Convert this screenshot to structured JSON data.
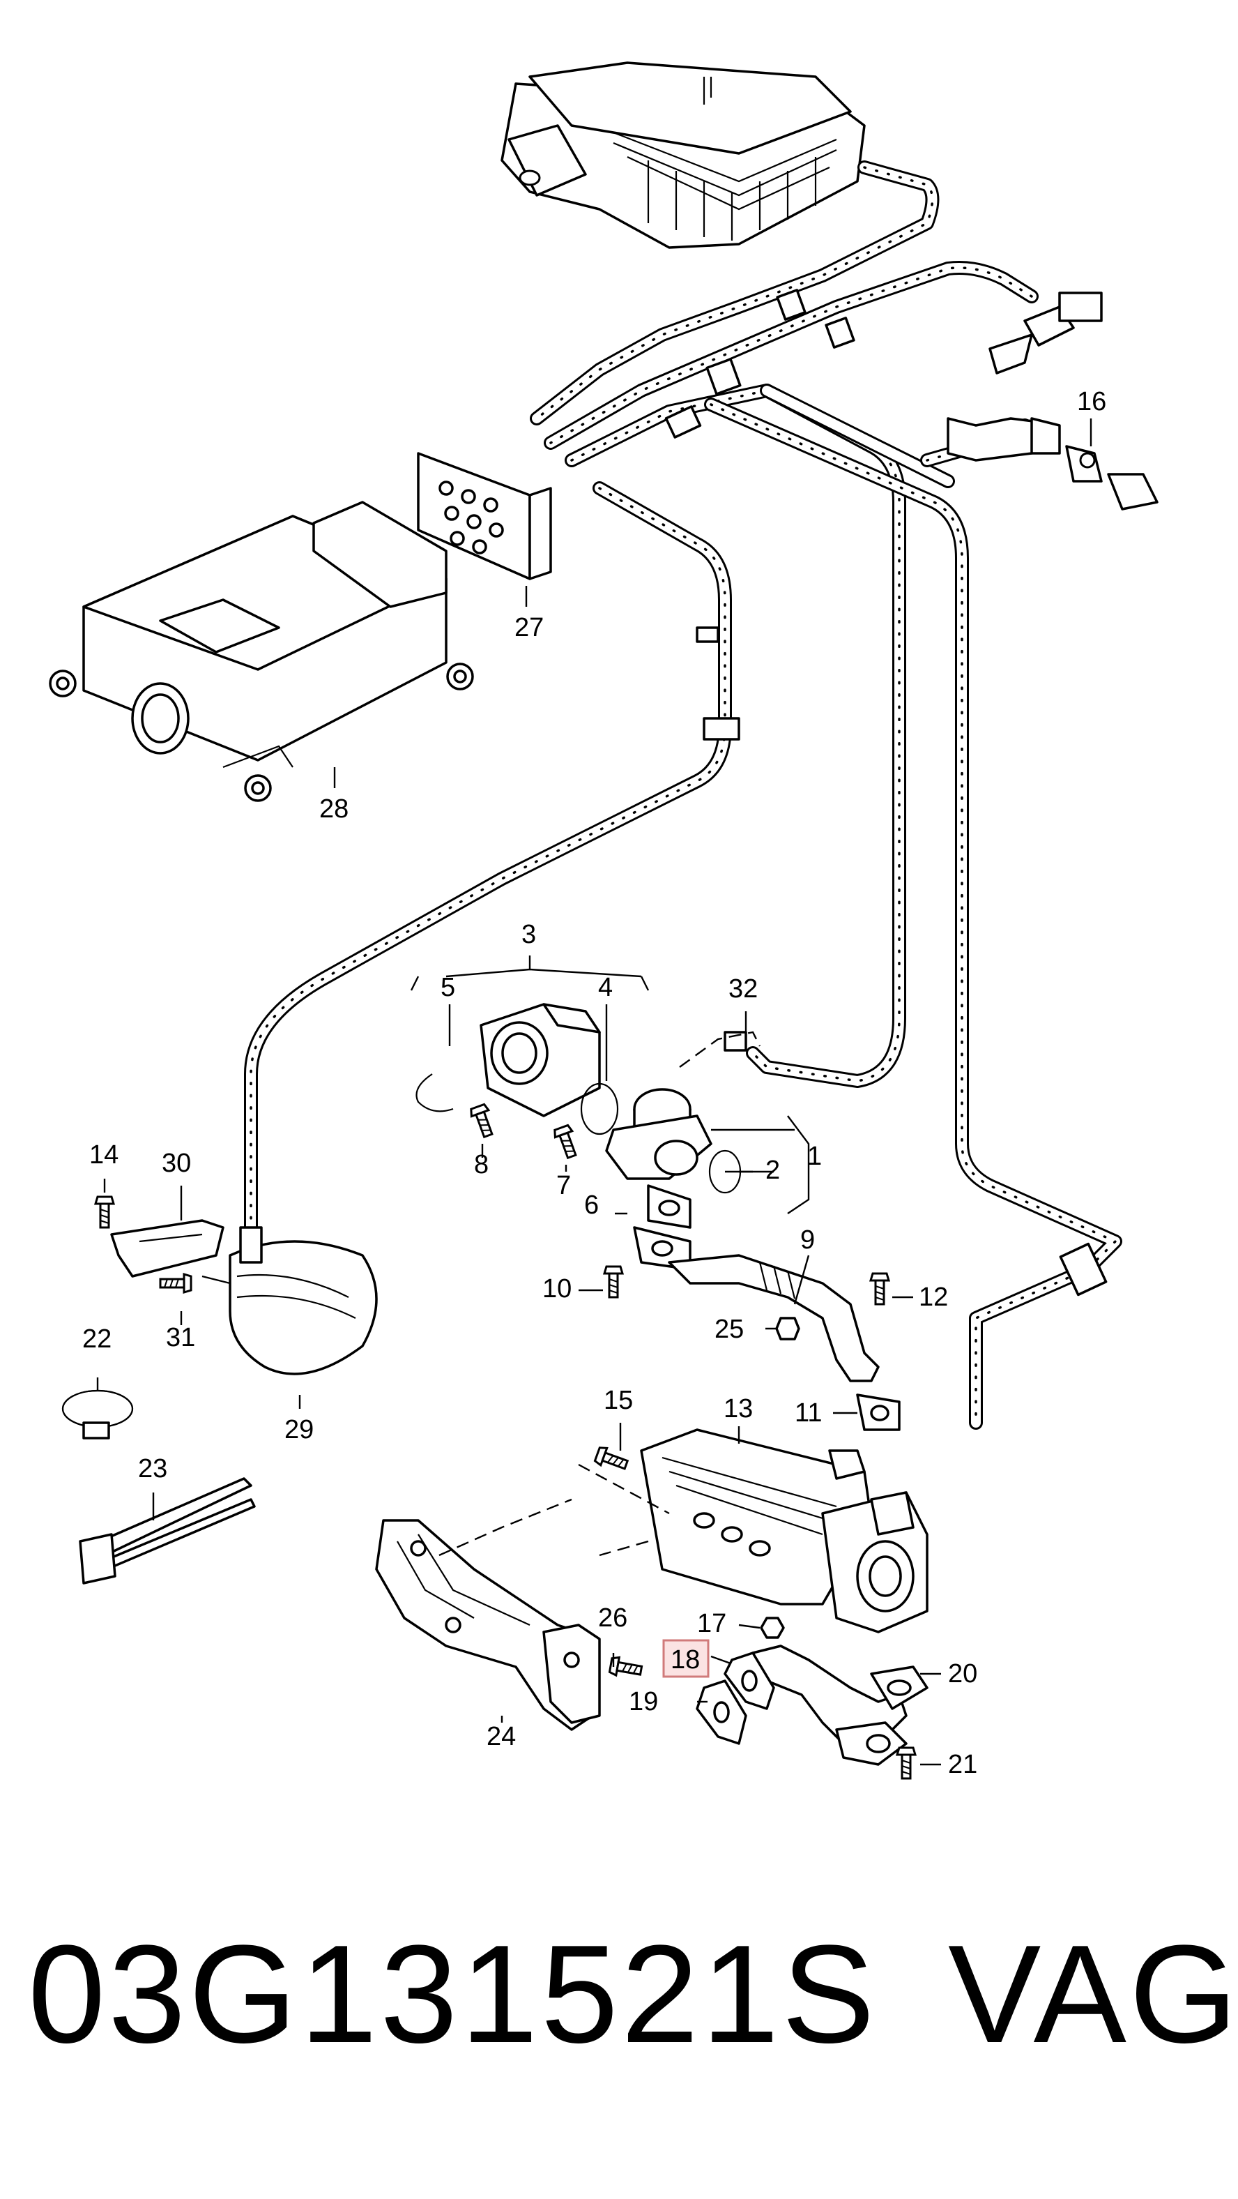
{
  "diagram": {
    "callouts": {
      "c1": "1",
      "c2": "2",
      "c3": "3",
      "c4": "4",
      "c5": "5",
      "c6": "6",
      "c7": "7",
      "c8": "8",
      "c9": "9",
      "c10": "10",
      "c11": "11",
      "c12": "12",
      "c13": "13",
      "c14": "14",
      "c15": "15",
      "c16": "16",
      "c17": "17",
      "c18": "18",
      "c19": "19",
      "c20": "20",
      "c21": "21",
      "c22": "22",
      "c23": "23",
      "c24": "24",
      "c25": "25",
      "c26": "26",
      "c27": "27",
      "c28": "28",
      "c29": "29",
      "c30": "30",
      "c31": "31",
      "c32": "32"
    },
    "highlighted_callout": "18",
    "highlight_color": "#fbe3e3"
  },
  "footer": {
    "part_number": "03G131521S",
    "brand": "VAG"
  }
}
